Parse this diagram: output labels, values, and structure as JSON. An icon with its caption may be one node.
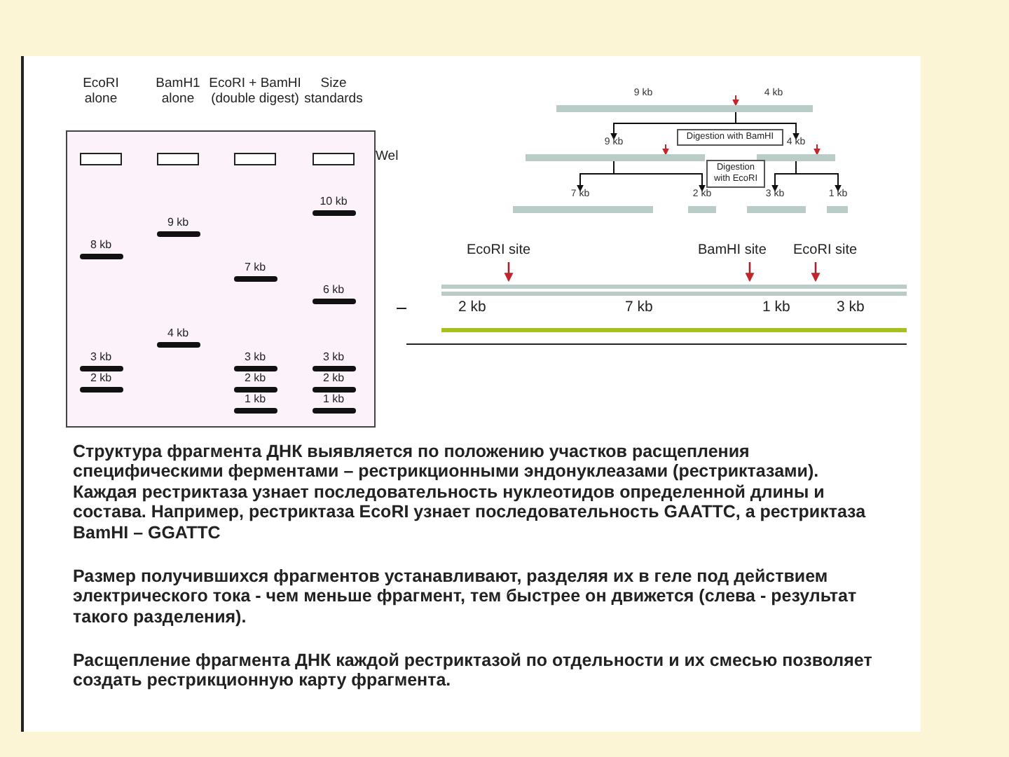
{
  "diagram": {
    "nodes": [
      {
        "text": [
          "9 kb",
          "4 kb"
        ]
      },
      {
        "text": [
          "9 kb"
        ]
      },
      {
        "text": [
          "4 kb"
        ]
      },
      {
        "text": [
          "7 kb"
        ]
      },
      {
        "text": [
          "2 kb"
        ]
      },
      {
        "text": [
          "3 kb"
        ]
      },
      {
        "text": [
          "1 kb"
        ]
      },
      {
        "text": [
          "Digestion with BamHI"
        ]
      },
      {
        "text": [
          "Digestion with EcoRI"
        ]
      }
    ],
    "edges": [
      {
        "from": 0,
        "to": 1,
        "arrow": "to"
      },
      {
        "from": 0,
        "to": 2,
        "arrow": "to"
      },
      {
        "from": 1,
        "to": 3,
        "arrow": "to"
      },
      {
        "from": 1,
        "to": 4,
        "arrow": "to"
      },
      {
        "from": 2,
        "to": 5,
        "arrow": "to"
      },
      {
        "from": 2,
        "to": 6,
        "arrow": "to"
      }
    ],
    "labels": [
      "EcoRI alone",
      "BamH1 alone",
      "EcoRI + BamHI (double digest)",
      "Size standards",
      "Wel",
      "10 kb",
      "9 kb",
      "8 kb",
      "7 kb",
      "6 kb",
      "4 kb",
      "3 kb",
      "3 kb",
      "3 kb",
      "2 kb",
      "2 kb",
      "2 kb",
      "1 kb",
      "1 kb",
      "EcoRI site",
      "BamHI site",
      "EcoRI site",
      "2 kb",
      "7 kb",
      "1 kb",
      "3 kb",
      "Структура фрагмента ДНК выявляется по положению участков расщепления специфическими ферментами – рестрикционными эндонуклеазами (рестриктазами). Каждая рестриктаза узнает последовательность нуклеотидов определенной длины и состава. Например, рестриктаза EcoRI узнает последовательность GAATTC, а рестриктаза BamHI – GGATTC",
      "Размер получившихся фрагментов устанавливают, разделяя их в геле под действием электрического тока - чем меньше фрагмент, тем быстрее он движется (слева - результат такого разделения).",
      "Расщепление фрагмента ДНК каждой рестриктазой по отдельности и их смесью позволяет создать рестрикционную карту фрагмента."
    ]
  }
}
